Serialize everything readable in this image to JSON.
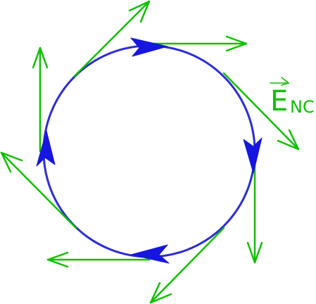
{
  "diagram": {
    "label": {
      "main": "E",
      "subscript": "NC"
    },
    "colors": {
      "loop": "#2c2cd6",
      "loop_arrow": "#1616e0",
      "field": "#0fc000"
    },
    "elements": {
      "loop": "circle",
      "loop_direction": "clockwise",
      "field_vector_count": 8
    },
    "icons": {
      "vector_overline": "arrow-overline-icon"
    }
  }
}
